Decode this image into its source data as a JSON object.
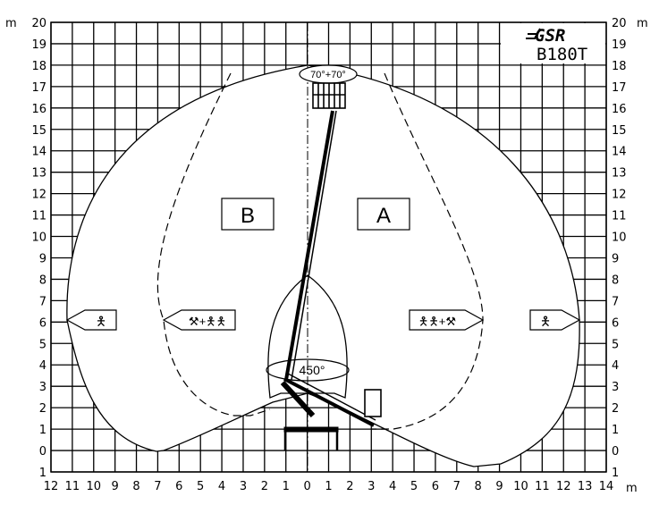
{
  "diagram": {
    "title": "B180T",
    "brand": "GSR",
    "units": {
      "left_top": "m",
      "right_top": "m",
      "bottom_right": "m"
    },
    "y_axis": {
      "ticks": [
        "20",
        "19",
        "18",
        "17",
        "16",
        "15",
        "14",
        "13",
        "12",
        "11",
        "10",
        "9",
        "8",
        "7",
        "6",
        "5",
        "4",
        "3",
        "2",
        "1",
        "0",
        "1"
      ]
    },
    "x_axis": {
      "ticks": [
        "12",
        "11",
        "10",
        "9",
        "8",
        "7",
        "6",
        "5",
        "4",
        "3",
        "2",
        "1",
        "0",
        "1",
        "2",
        "3",
        "4",
        "5",
        "6",
        "7",
        "8",
        "9",
        "10",
        "11",
        "12",
        "13",
        "14"
      ]
    },
    "zones": [
      {
        "id": "B",
        "label": "B"
      },
      {
        "id": "A",
        "label": "A"
      }
    ],
    "annotations": {
      "basket_rotation": "70°+70°",
      "turret_rotation": "450°",
      "load_left_outer": "1 person",
      "load_left_inner": "tools + 2 persons",
      "load_right_inner": "2 persons + tools",
      "load_right_outer": "1 person"
    }
  }
}
